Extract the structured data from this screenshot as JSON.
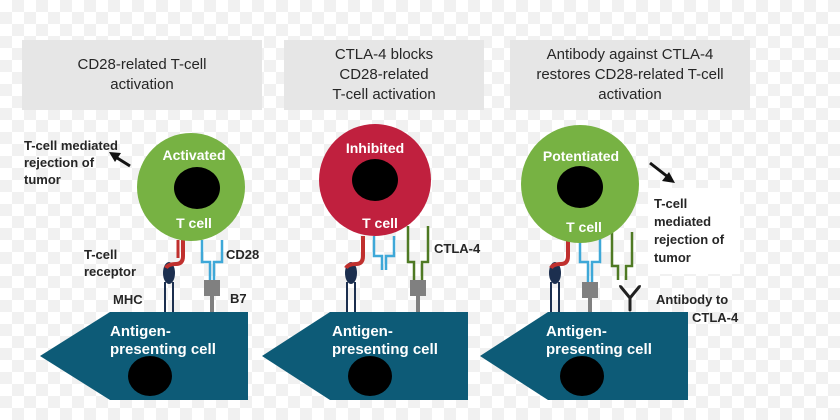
{
  "headers": [
    {
      "line1": "CD28-related T-cell",
      "line2": "activation",
      "line3": ""
    },
    {
      "line1": "CTLA-4 blocks",
      "line2": "CD28-related",
      "line3": "T-cell activation"
    },
    {
      "line1": "Antibody against CTLA-4",
      "line2": "restores CD28-related T-cell",
      "line3": "activation"
    }
  ],
  "cells": [
    {
      "state": "Activated",
      "label": "T cell",
      "color": "#77b243"
    },
    {
      "state": "Inhibited",
      "label": "T cell",
      "color": "#c0203e"
    },
    {
      "state": "Potentiated",
      "label": "T cell",
      "color": "#77b243"
    }
  ],
  "apc": {
    "line1": "Antigen-",
    "line2": "presenting cell",
    "color": "#0d5b77"
  },
  "panel1": {
    "outcome": [
      "T-cell mediated",
      "rejection of",
      "tumor"
    ],
    "tcr": [
      "T-cell",
      "receptor"
    ],
    "mhc": "MHC",
    "cd28": "CD28",
    "b7": "B7"
  },
  "panel2": {
    "ctla4": "CTLA-4"
  },
  "panel3": {
    "outcome": [
      "T-cell",
      "mediated",
      "rejection of",
      "tumor"
    ],
    "antibody": [
      "Antibody to",
      "CTLA-4"
    ]
  },
  "colors": {
    "tcr_red": "#c0302e",
    "mhc_navy": "#1c2f4f",
    "cd28_blue": "#3ea8d8",
    "ctla4_green": "#4f7a24",
    "b7_gray": "#808080",
    "nucleus": "#000000",
    "header_bg": "#e6e6e6"
  }
}
